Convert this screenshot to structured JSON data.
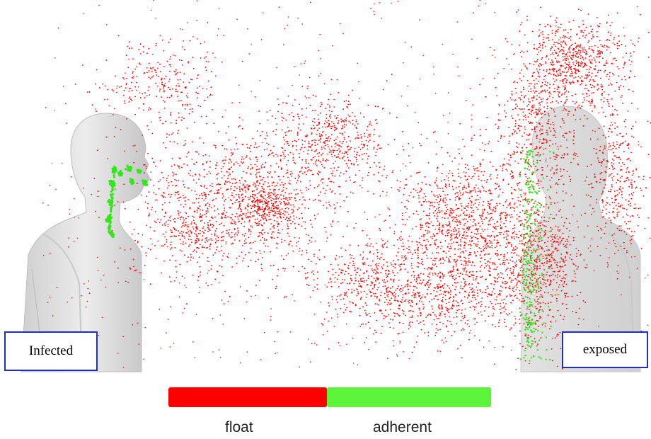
{
  "labels": {
    "infected": "Infected",
    "exposed": "exposed"
  },
  "legend": [
    {
      "label": "float",
      "color": "#ff0000"
    },
    {
      "label": "adherent",
      "color": "#5df53a"
    }
  ],
  "colors": {
    "float_particle": "#ff0000",
    "adherent_particle": "#33e61a",
    "body": "#d9d9d9",
    "label_border": "#1f2fb8"
  }
}
